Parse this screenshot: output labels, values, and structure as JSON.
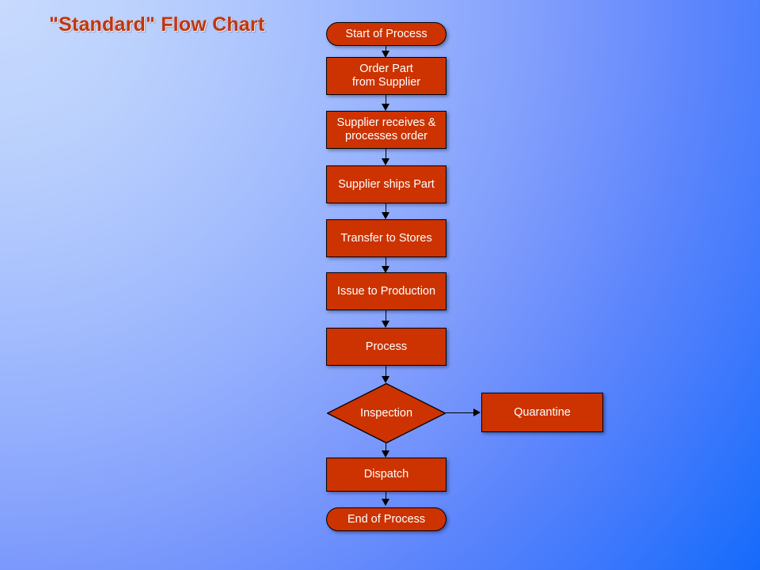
{
  "title": "\"Standard\" Flow Chart",
  "colors": {
    "node_fill": "#CC3300",
    "node_border": "#000000",
    "node_text": "#FFFFFF",
    "title_text": "#C0360F",
    "connector": "#000000",
    "background_light": "#C8DAFD",
    "background_dark": "#156AFB"
  },
  "diagram": {
    "type": "flowchart",
    "nodes": [
      {
        "id": "start",
        "shape": "terminator",
        "label": "Start of Process"
      },
      {
        "id": "order",
        "shape": "process",
        "label": "Order Part\nfrom Supplier"
      },
      {
        "id": "receives",
        "shape": "process",
        "label": "Supplier receives &\nprocesses order"
      },
      {
        "id": "ships",
        "shape": "process",
        "label": "Supplier ships Part"
      },
      {
        "id": "transfer",
        "shape": "process",
        "label": "Transfer to Stores"
      },
      {
        "id": "issue",
        "shape": "process",
        "label": "Issue to Production"
      },
      {
        "id": "process",
        "shape": "process",
        "label": "Process"
      },
      {
        "id": "inspection",
        "shape": "decision",
        "label": "Inspection"
      },
      {
        "id": "quarantine",
        "shape": "process",
        "label": "Quarantine"
      },
      {
        "id": "dispatch",
        "shape": "process",
        "label": "Dispatch"
      },
      {
        "id": "end",
        "shape": "terminator",
        "label": "End of Process"
      }
    ],
    "edges": [
      {
        "from": "start",
        "to": "order",
        "direction": "down"
      },
      {
        "from": "order",
        "to": "receives",
        "direction": "down"
      },
      {
        "from": "receives",
        "to": "ships",
        "direction": "down"
      },
      {
        "from": "ships",
        "to": "transfer",
        "direction": "down"
      },
      {
        "from": "transfer",
        "to": "issue",
        "direction": "down"
      },
      {
        "from": "issue",
        "to": "process",
        "direction": "down"
      },
      {
        "from": "process",
        "to": "inspection",
        "direction": "down"
      },
      {
        "from": "inspection",
        "to": "quarantine",
        "direction": "right"
      },
      {
        "from": "inspection",
        "to": "dispatch",
        "direction": "down"
      },
      {
        "from": "dispatch",
        "to": "end",
        "direction": "down"
      }
    ]
  }
}
